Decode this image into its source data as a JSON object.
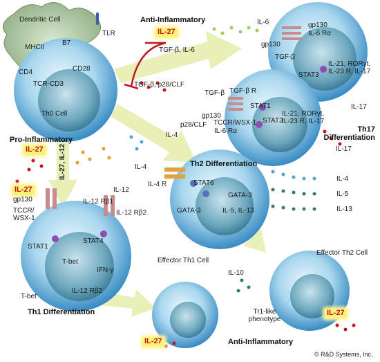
{
  "cells": {
    "dendritic": "Dendritic Cell",
    "th0": "Th0 Cell",
    "effector_th1": "Effector Th1 Cell",
    "effector_th2": "Effector Th2 Cell",
    "tr1": "Tr1-like phenotype"
  },
  "sections": {
    "anti_inflammatory_top": "Anti-Inflammatory",
    "pro_inflammatory": "Pro-Inflammatory",
    "th17": "Th17 Differentiation",
    "th2": "Th2 Differentiation",
    "th1": "Th1 Differentiation",
    "anti_inflammatory_bottom": "Anti-Inflammatory"
  },
  "il27": {
    "top": "IL-27",
    "pro": "IL-27",
    "left": "IL-27",
    "bottom": "IL-27",
    "right": "IL-27"
  },
  "molecules": {
    "tlr": "TLR",
    "mhcii": "MHCII",
    "b7": "B7",
    "cd4": "CD4",
    "cd28": "CD28",
    "tcr_cd3": "TCR-CD3",
    "tgfb_il6": "TGF-β, IL-6",
    "tgfb_p28": "TGF-β, p28/CLF",
    "il6": "IL-6",
    "gp130_a": "gp130",
    "il6_ra_a": "IL-6 Rα",
    "gp130_b": "gp130",
    "tgfb_a": "TGF-β",
    "tgfb_b": "TGF-β",
    "tgfb_r": "TGF-β R",
    "stat3_a": "STAT3",
    "th17_genes_a": "IL-21, RORγt,\nIL-23 R, IL-17",
    "stat1_th17": "STAT1",
    "gp130_c": "gp130",
    "p28_clf": "p28/CLF",
    "tccr_wsx1_a": "TCCR/WSX-1",
    "il6_ra_b": "IL-6 Rα",
    "stat3_b": "STAT3",
    "th17_genes_b": "IL-21, RORγt,\nIL-23 R, IL-17",
    "il17_a": "IL-17",
    "il17_b": "IL-17",
    "il4_a": "IL-4",
    "il4_b": "IL-4",
    "il4r": "IL-4 R",
    "stat6": "STAT6",
    "gata3_a": "GATA-3",
    "gata3_b": "GATA-3",
    "il5_il13": "IL-5, IL-13",
    "il4_out": "IL-4",
    "il5_out": "IL-5",
    "il13_out": "IL-13",
    "il27_il12": "IL-27, IL-12",
    "il12": "IL-12",
    "il12_rb1": "IL-12 Rβ1",
    "il12_rb2_a": "IL-12 Rβ2",
    "gp130_d": "gp130",
    "tccr_wsx1_b": "TCCR/\nWSX-1",
    "stat1_th1": "STAT1",
    "stat4": "STAT4",
    "tbet_a": "T-bet",
    "ifng": "IFN-γ",
    "tbet_b": "T-bet",
    "il12_rb2_b": "IL-12 Rβ2",
    "il10": "IL-10"
  },
  "copyright": "© R&D Systems, Inc."
}
